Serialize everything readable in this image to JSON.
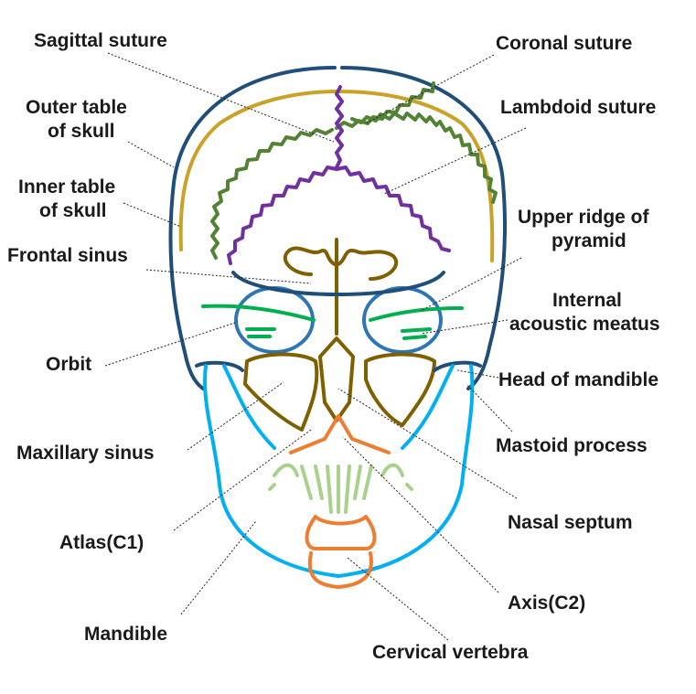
{
  "labels": {
    "sagittal_suture": "Sagittal suture",
    "coronal_suture": "Coronal suture",
    "outer_table_1": "Outer table",
    "outer_table_2": "of skull",
    "lambdoid_suture": "Lambdoid suture",
    "inner_table_1": "Inner table",
    "inner_table_2": "of skull",
    "upper_ridge_1": "Upper ridge of",
    "upper_ridge_2": "pyramid",
    "frontal_sinus": "Frontal sinus",
    "internal_acoustic_1": "Internal",
    "internal_acoustic_2": "acoustic meatus",
    "orbit": "Orbit",
    "head_of_mandible": "Head of mandible",
    "maxillary_sinus": "Maxillary sinus",
    "mastoid_process": "Mastoid process",
    "nasal_septum": "Nasal septum",
    "atlas": "Atlas(C1)",
    "axis": "Axis(C2)",
    "mandible": "Mandible",
    "cervical_vertebra": "Cervical vertebra"
  },
  "colors": {
    "outer_table": "#1f4e79",
    "inner_table": "#c9a227",
    "coronal_suture": "#548235",
    "lambdoid_suture": "#7030a0",
    "sinus": "#7f6000",
    "orbit": "#2e75b6",
    "pyramid_ridge": "#00b050",
    "mandible": "#00b0f0",
    "cervical": "#ed7d31",
    "teeth": "#a9d18e"
  }
}
